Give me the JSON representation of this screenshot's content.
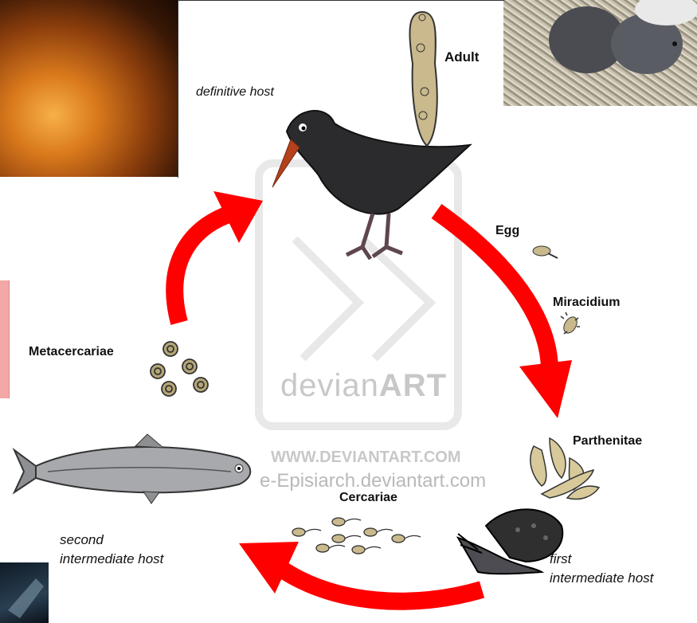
{
  "labels": {
    "definitive_host": "definitive host",
    "adult": "Adult",
    "egg": "Egg",
    "miracidium": "Miracidium",
    "parthenitae": "Parthenitae",
    "cercariae": "Cercariae",
    "metacercariae": "Metacercariae",
    "second_host_line1": "second",
    "second_host_line2": "intermediate host",
    "first_host_line1": "first",
    "first_host_line2": "intermediate host"
  },
  "watermark": {
    "brand_prefix": "devian",
    "brand_suffix": "ART",
    "url": "WWW.DEVIANTART.COM",
    "artist": "e-Episiarch.deviantart.com"
  },
  "colors": {
    "arrow": "#ff0000",
    "bird": "#2b2b2e",
    "beak": "#b5401c",
    "legs": "#5e4650",
    "parasite": "#c9b98c",
    "background": "#ffffff"
  },
  "icons": [
    "bird",
    "adult-fluke",
    "egg",
    "miracidium",
    "parthenitae",
    "snail",
    "cercariae",
    "fish",
    "metacercariae"
  ]
}
